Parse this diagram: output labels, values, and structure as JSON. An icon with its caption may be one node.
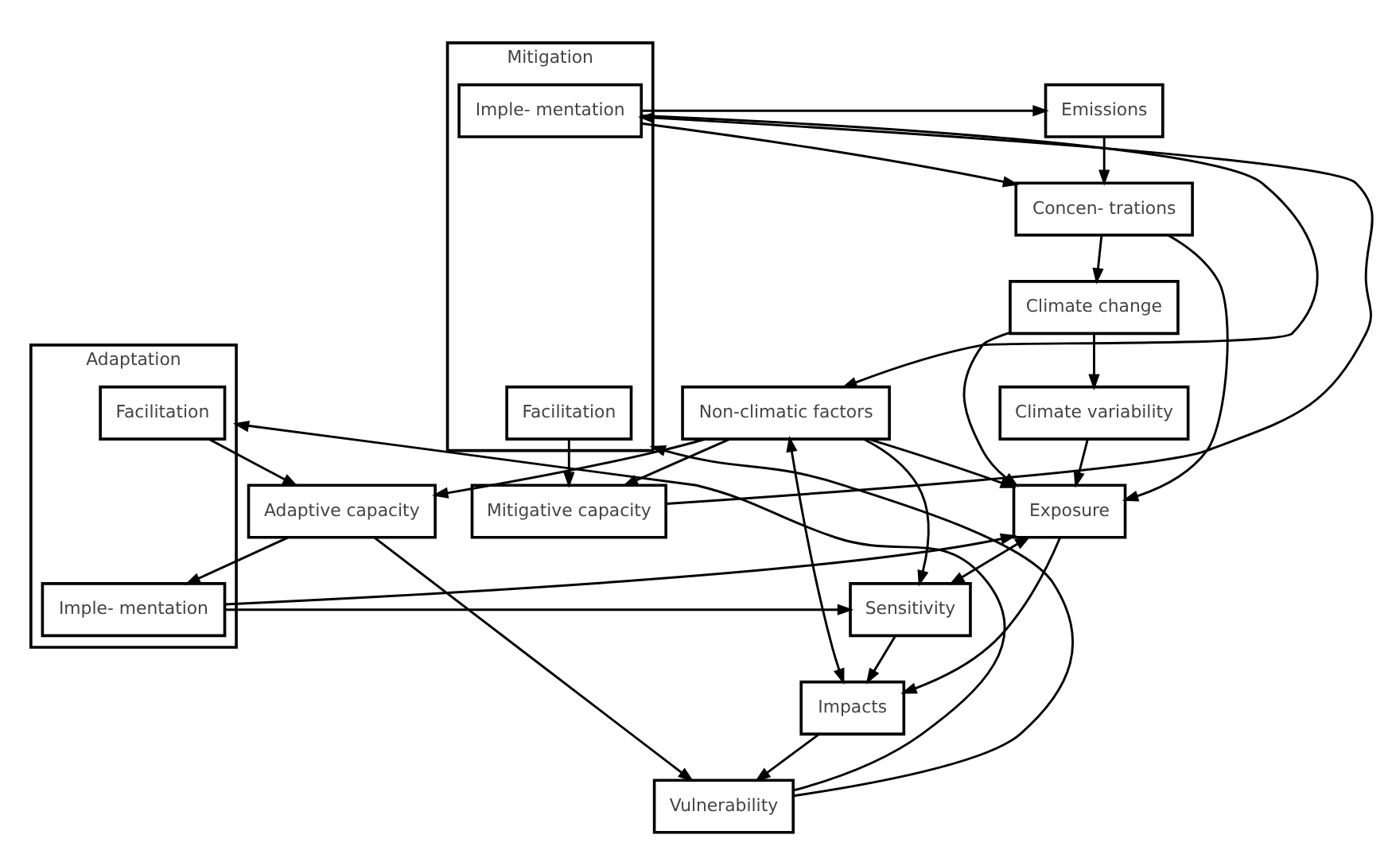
{
  "diagram": {
    "nodes": [
      {
        "text": [
          "Emissions"
        ]
      },
      {
        "text": [
          "Concen- trations"
        ]
      },
      {
        "text": [
          "Climate change"
        ]
      },
      {
        "text": [
          "Climate variability"
        ]
      },
      {
        "text": [
          "Non-climatic factors"
        ]
      },
      {
        "text": [
          "Mitigation"
        ]
      },
      {
        "text": [
          "Imple- mentation"
        ],
        "in": 5
      },
      {
        "text": [
          "Facilitation"
        ],
        "in": 5
      },
      {
        "text": [
          "Mitigative capacity"
        ]
      },
      {
        "text": [
          "Exposure"
        ]
      },
      {
        "text": [
          "Sensitivity"
        ]
      },
      {
        "text": [
          "Adaptive capacity"
        ]
      },
      {
        "text": [
          "Adaptation"
        ]
      },
      {
        "text": [
          "Imple- mentation"
        ],
        "in": 12
      },
      {
        "text": [
          "Facilitation"
        ],
        "in": 12
      },
      {
        "text": [
          "Impacts"
        ]
      },
      {
        "text": [
          "Vulnerability"
        ]
      }
    ],
    "edges": [
      {
        "from": 6,
        "to": 0,
        "arrow": "to"
      },
      {
        "from": 6,
        "to": 1,
        "arrow": "to"
      },
      {
        "from": 6,
        "to": 4,
        "arrow": "to"
      },
      {
        "from": 0,
        "to": 1,
        "arrow": "to"
      },
      {
        "from": 1,
        "to": 2,
        "arrow": "to"
      },
      {
        "from": 1,
        "to": 9,
        "arrow": "to"
      },
      {
        "from": 2,
        "to": 3,
        "arrow": "to"
      },
      {
        "from": 2,
        "to": 9,
        "arrow": "to"
      },
      {
        "from": 3,
        "to": 9,
        "arrow": "to"
      },
      {
        "from": 4,
        "to": 9,
        "arrow": "to"
      },
      {
        "from": 4,
        "to": 10,
        "arrow": "to"
      },
      {
        "from": 4,
        "to": 11,
        "arrow": "to"
      },
      {
        "from": 4,
        "to": 8,
        "arrow": "to"
      },
      {
        "from": 4,
        "to": 15,
        "arrow": "both"
      },
      {
        "from": 9,
        "to": 10,
        "arrow": "both"
      },
      {
        "from": 13,
        "to": 9,
        "arrow": "to"
      },
      {
        "from": 13,
        "to": 10,
        "arrow": "to"
      },
      {
        "from": 8,
        "to": 6,
        "arrow": "to"
      },
      {
        "from": 7,
        "to": 8,
        "arrow": "to"
      },
      {
        "from": 11,
        "to": 13,
        "arrow": "to"
      },
      {
        "from": 14,
        "to": 11,
        "arrow": "to"
      },
      {
        "from": 9,
        "to": 15,
        "arrow": "to"
      },
      {
        "from": 10,
        "to": 15,
        "arrow": "to"
      },
      {
        "from": 15,
        "to": 16,
        "arrow": "to"
      },
      {
        "from": 11,
        "to": 16,
        "arrow": "to"
      },
      {
        "from": 16,
        "to": 5,
        "arrow": "to"
      },
      {
        "from": 16,
        "to": 12,
        "arrow": "to"
      }
    ]
  }
}
